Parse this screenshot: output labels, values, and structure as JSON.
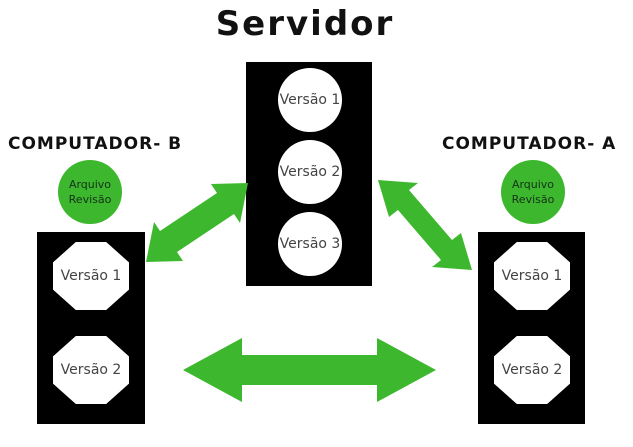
{
  "title": "Servidor",
  "server": {
    "versions": [
      "Versão 1",
      "Versão 2",
      "Versão 3"
    ]
  },
  "computer_b": {
    "label": "COMPUTADOR- B",
    "badge": {
      "line1": "Arquivo",
      "line2": "Revisão"
    },
    "versions": [
      "Versão 1",
      "Versão 2"
    ]
  },
  "computer_a": {
    "label": "COMPUTADOR- A",
    "badge": {
      "line1": "Arquivo",
      "line2": "Revisão"
    },
    "versions": [
      "Versão 1",
      "Versão 2"
    ]
  },
  "colors": {
    "arrow": "#3db82e",
    "badge": "#3db82e",
    "tower": "#000000"
  }
}
